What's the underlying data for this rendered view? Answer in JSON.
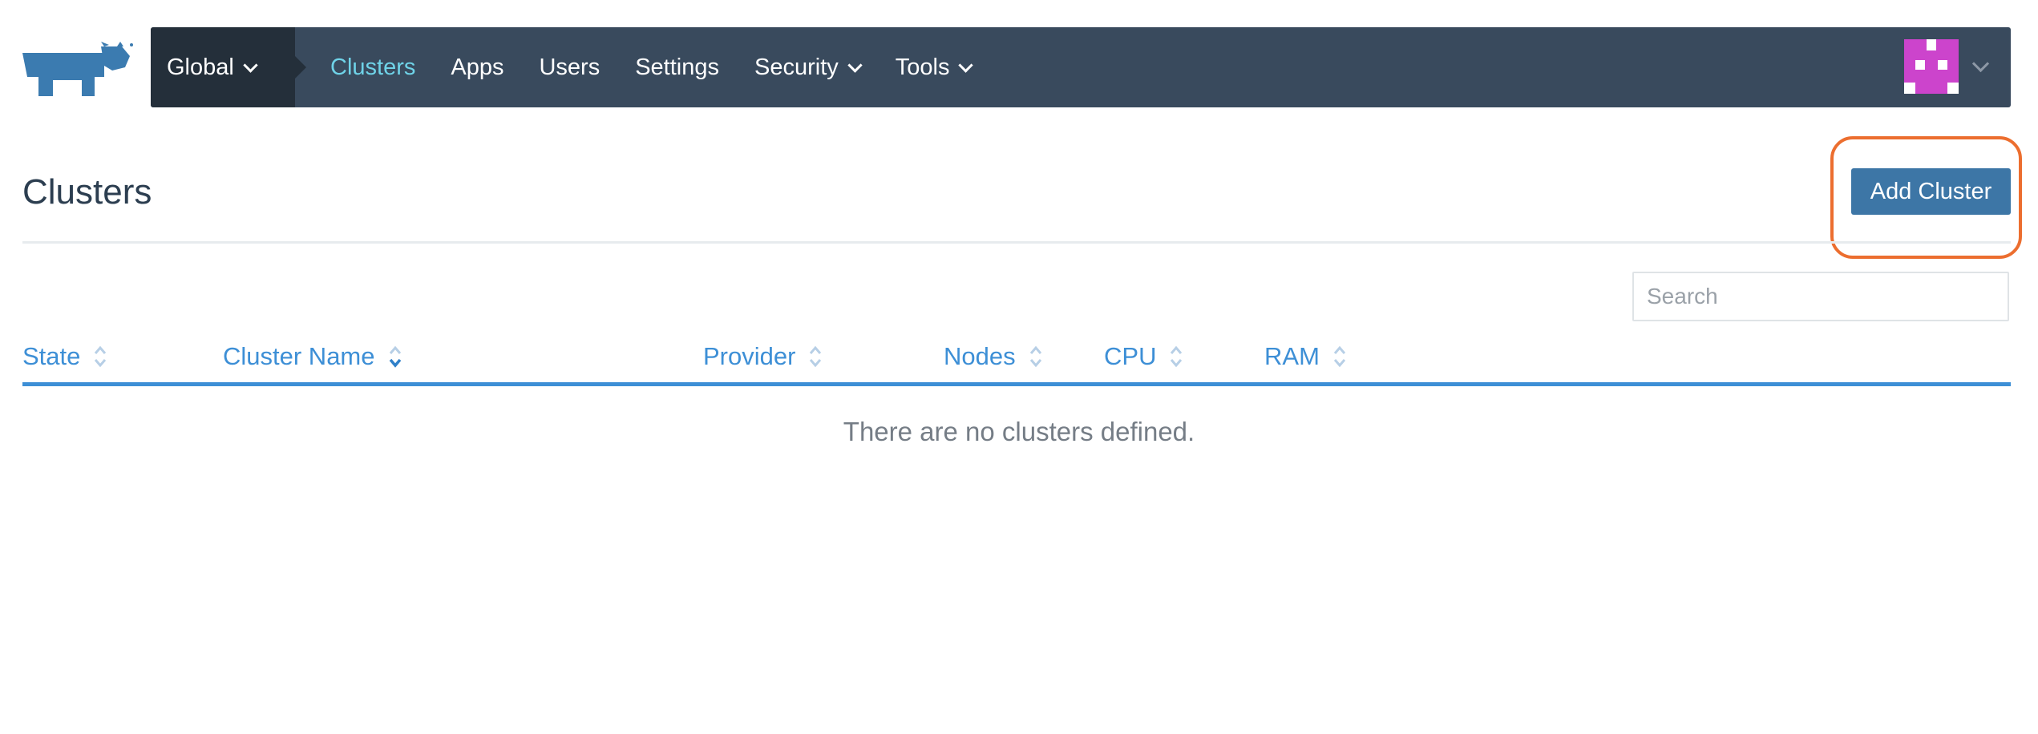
{
  "nav": {
    "global_label": "Global",
    "items": [
      {
        "label": "Clusters",
        "active": true,
        "dropdown": false
      },
      {
        "label": "Apps",
        "active": false,
        "dropdown": false
      },
      {
        "label": "Users",
        "active": false,
        "dropdown": false
      },
      {
        "label": "Settings",
        "active": false,
        "dropdown": false
      },
      {
        "label": "Security",
        "active": false,
        "dropdown": true
      },
      {
        "label": "Tools",
        "active": false,
        "dropdown": true
      }
    ]
  },
  "page": {
    "title": "Clusters",
    "add_button_label": "Add Cluster"
  },
  "search": {
    "placeholder": "Search",
    "value": ""
  },
  "table": {
    "columns": [
      {
        "label": "State",
        "sort": "none"
      },
      {
        "label": "Cluster Name",
        "sort": "descending"
      },
      {
        "label": "Provider",
        "sort": "none"
      },
      {
        "label": "Nodes",
        "sort": "none"
      },
      {
        "label": "CPU",
        "sort": "none"
      },
      {
        "label": "RAM",
        "sort": "none"
      }
    ],
    "rows": [],
    "empty_message": "There are no clusters defined."
  },
  "colors": {
    "nav_bg": "#394a5d",
    "nav_global_bg": "#242f3a",
    "nav_active": "#6fd3e8",
    "primary_button": "#3d76a6",
    "table_accent": "#3d8fd6",
    "highlight_ring": "#ec6e2f",
    "avatar": "#cc44cc"
  },
  "icons": {
    "logo": "rancher-cow-logo",
    "avatar": "identicon-avatar",
    "sort": "sort-arrows-icon",
    "dropdown": "chevron-down-icon"
  }
}
